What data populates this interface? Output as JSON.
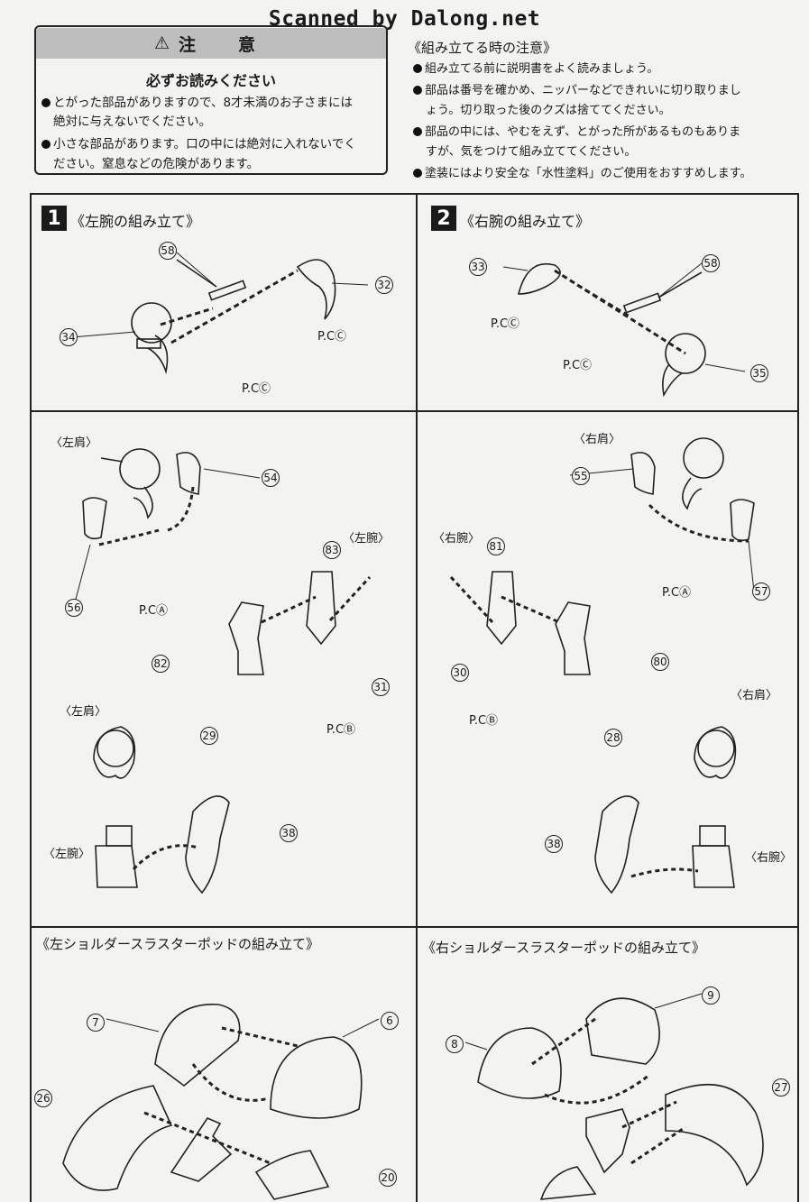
{
  "header": {
    "scan_credit": "Scanned by Dalong.net"
  },
  "caution": {
    "title": "注　意",
    "subtitle": "必ずお読みください",
    "lines": [
      "とがった部品がありますので、8才未満のお子さまには",
      "絶対に与えないでください。",
      "小さな部品があります。口の中には絶対に入れないでく",
      "ださい。窒息などの危険があります。"
    ]
  },
  "assembly_notes": {
    "title": "《組み立てる時の注意》",
    "lines": [
      "組み立てる前に説明書をよく読みましょう。",
      "部品は番号を確かめ、ニッパーなどできれいに切り取りまし",
      "ょう。切り取った後のクズは捨ててください。",
      "部品の中には、やむをえず、とがった所があるものもありま",
      "すが、気をつけて組み立ててください。",
      "塗装にはより安全な「水性塗料」のご使用をおすすめします。"
    ]
  },
  "steps": [
    {
      "number": "1",
      "title": "《左腕の組み立て》"
    },
    {
      "number": "2",
      "title": "《右腕の組み立て》"
    }
  ],
  "sections": {
    "left_thruster": "《左ショルダースラスターポッドの組み立て》",
    "right_thruster": "《右ショルダースラスターポッドの組み立て》"
  },
  "labels": {
    "left_shoulder": "〈左肩〉",
    "right_shoulder": "〈右肩〉",
    "left_arm": "〈左腕〉",
    "right_arm": "〈右腕〉",
    "pc_a": "P.CⒶ",
    "pc_b": "P.CⒷ",
    "pc_c": "P.CⒸ"
  },
  "parts": {
    "p58a": "58",
    "p32": "32",
    "p34": "34",
    "p33": "33",
    "p58b": "58",
    "p35": "35",
    "p54": "54",
    "p56": "56",
    "p83": "83",
    "p82": "82",
    "p31": "31",
    "p29": "29",
    "p38a": "38",
    "p55": "55",
    "p57": "57",
    "p81": "81",
    "p30": "30",
    "p80": "80",
    "p28": "28",
    "p38b": "38",
    "p7": "7",
    "p6": "6",
    "p26": "26",
    "p20": "20",
    "p9": "9",
    "p8": "8",
    "p27": "27"
  }
}
